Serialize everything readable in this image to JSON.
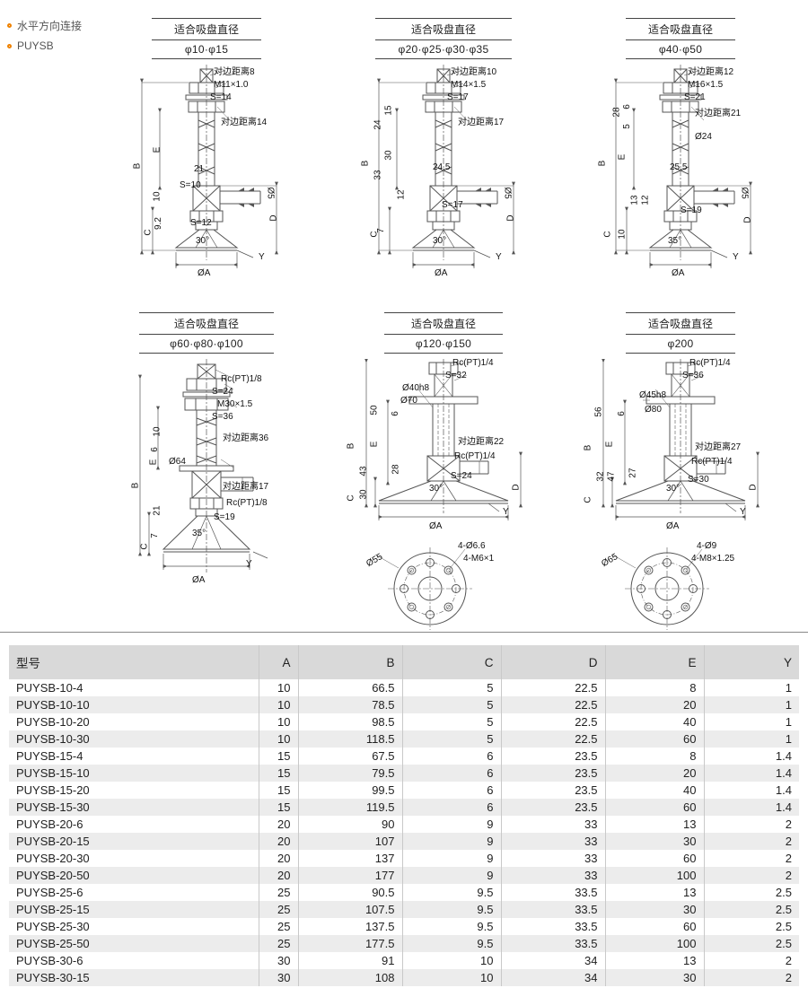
{
  "header": {
    "items": [
      {
        "label": "水平方向连接"
      },
      {
        "label": "PUYSB"
      }
    ]
  },
  "panels": [
    {
      "title": "适合吸盘直径",
      "diameters": "φ10·φ15",
      "ann": [
        "对边距离8",
        "M11×1.0",
        "S=14",
        "对边距离14",
        "21",
        "S=10",
        "Ø5",
        "10",
        "9.2",
        "S=12",
        "30°",
        "ØA",
        "B",
        "E",
        "C",
        "D",
        "Y"
      ]
    },
    {
      "title": "适合吸盘直径",
      "diameters": "φ20·φ25·φ30·φ35",
      "ann": [
        "对边距离10",
        "M14×1.5",
        "S=17",
        "对边距离17",
        "15",
        "24",
        "30",
        "33",
        "24.5",
        "12",
        "Ø5",
        "S=17",
        "7",
        "30°",
        "ØA",
        "B",
        "C",
        "D",
        "Y"
      ]
    },
    {
      "title": "适合吸盘直径",
      "diameters": "φ40·φ50",
      "ann": [
        "对边距离12",
        "M16×1.5",
        "S=21",
        "对边距离21",
        "Ø24",
        "28",
        "6",
        "5",
        "B",
        "E",
        "25.5",
        "13",
        "12",
        "Ø5",
        "S=19",
        "C",
        "10",
        "D",
        "35°",
        "ØA",
        "Y"
      ]
    },
    {
      "title": "适合吸盘直径",
      "diameters": "φ60·φ80·φ100",
      "ann": [
        "Rc(PT)1/8",
        "S=24",
        "M30×1.5",
        "S=36",
        "10",
        "6",
        "Ø64",
        "对边距离36",
        "B",
        "E",
        "对边距离17",
        "21",
        "Rc(PT)1/8",
        "S=19",
        "7",
        "C",
        "35°",
        "ØA",
        "Y"
      ]
    },
    {
      "title": "适合吸盘直径",
      "diameters": "φ120·φ150",
      "ann": [
        "Rc(PT)1/4",
        "S=32",
        "Ø40h8",
        "Ø70",
        "50",
        "6",
        "B",
        "E",
        "对边距离22",
        "Rc(PT)1/4",
        "28",
        "S=24",
        "43",
        "30",
        "C",
        "30°",
        "ØA",
        "D",
        "Y",
        "4-Ø6.6",
        "4-M6×1",
        "Ø55"
      ]
    },
    {
      "title": "适合吸盘直径",
      "diameters": "φ200",
      "ann": [
        "Rc(PT)1/4",
        "S=36",
        "Ø45h8",
        "Ø80",
        "56",
        "6",
        "B",
        "E",
        "对边距离27",
        "Rc(PT)1/4",
        "27",
        "S=30",
        "32",
        "47",
        "C",
        "30°",
        "ØA",
        "D",
        "Y",
        "4-Ø9",
        "4-M8×1.25",
        "Ø65"
      ]
    }
  ],
  "table": {
    "headers": [
      "型号",
      "A",
      "B",
      "C",
      "D",
      "E",
      "Y"
    ],
    "rows": [
      [
        "PUYSB-10-4",
        "10",
        "66.5",
        "5",
        "22.5",
        "8",
        "1"
      ],
      [
        "PUYSB-10-10",
        "10",
        "78.5",
        "5",
        "22.5",
        "20",
        "1"
      ],
      [
        "PUYSB-10-20",
        "10",
        "98.5",
        "5",
        "22.5",
        "40",
        "1"
      ],
      [
        "PUYSB-10-30",
        "10",
        "118.5",
        "5",
        "22.5",
        "60",
        "1"
      ],
      [
        "PUYSB-15-4",
        "15",
        "67.5",
        "6",
        "23.5",
        "8",
        "1.4"
      ],
      [
        "PUYSB-15-10",
        "15",
        "79.5",
        "6",
        "23.5",
        "20",
        "1.4"
      ],
      [
        "PUYSB-15-20",
        "15",
        "99.5",
        "6",
        "23.5",
        "40",
        "1.4"
      ],
      [
        "PUYSB-15-30",
        "15",
        "119.5",
        "6",
        "23.5",
        "60",
        "1.4"
      ],
      [
        "PUYSB-20-6",
        "20",
        "90",
        "9",
        "33",
        "13",
        "2"
      ],
      [
        "PUYSB-20-15",
        "20",
        "107",
        "9",
        "33",
        "30",
        "2"
      ],
      [
        "PUYSB-20-30",
        "20",
        "137",
        "9",
        "33",
        "60",
        "2"
      ],
      [
        "PUYSB-20-50",
        "20",
        "177",
        "9",
        "33",
        "100",
        "2"
      ],
      [
        "PUYSB-25-6",
        "25",
        "90.5",
        "9.5",
        "33.5",
        "13",
        "2.5"
      ],
      [
        "PUYSB-25-15",
        "25",
        "107.5",
        "9.5",
        "33.5",
        "30",
        "2.5"
      ],
      [
        "PUYSB-25-30",
        "25",
        "137.5",
        "9.5",
        "33.5",
        "60",
        "2.5"
      ],
      [
        "PUYSB-25-50",
        "25",
        "177.5",
        "9.5",
        "33.5",
        "100",
        "2.5"
      ],
      [
        "PUYSB-30-6",
        "30",
        "91",
        "10",
        "34",
        "13",
        "2"
      ],
      [
        "PUYSB-30-15",
        "30",
        "108",
        "10",
        "34",
        "30",
        "2"
      ]
    ]
  }
}
